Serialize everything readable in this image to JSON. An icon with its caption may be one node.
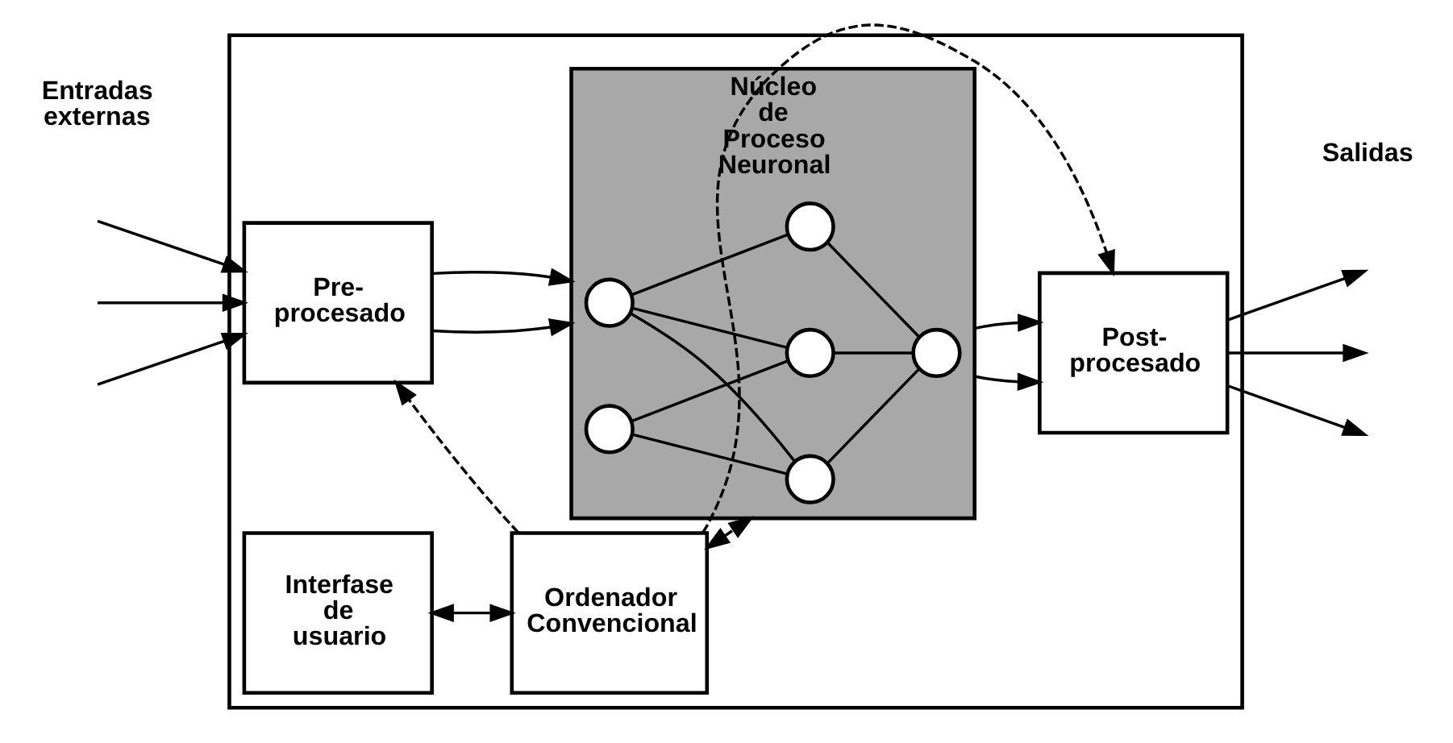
{
  "diagram": {
    "nodes": [
      {
        "text": [],
        "shape": "box"
      },
      {
        "text": [
          "Pre- procesado"
        ],
        "in": 0
      },
      {
        "text": [
          "Núcleo de Proceso Neuronal"
        ],
        "in": 0
      },
      {
        "text": [],
        "shape": "circle",
        "in": 2
      },
      {
        "text": [],
        "shape": "circle",
        "in": 2
      },
      {
        "text": [],
        "shape": "circle",
        "in": 2
      },
      {
        "text": [],
        "shape": "circle",
        "in": 2
      },
      {
        "text": [],
        "shape": "circle",
        "in": 2
      },
      {
        "text": [],
        "shape": "circle",
        "in": 2
      },
      {
        "text": [
          "Post- procesado"
        ],
        "in": 0
      },
      {
        "text": [
          "Interfase de usuario"
        ],
        "in": 0
      },
      {
        "text": [
          "Ordenador Convencional"
        ],
        "in": 0
      }
    ],
    "edges": [
      {
        "from": null,
        "to": 1,
        "arrow": "to"
      },
      {
        "from": null,
        "to": 1,
        "arrow": "to"
      },
      {
        "from": null,
        "to": 1,
        "arrow": "to"
      },
      {
        "from": 1,
        "to": 2,
        "arrow": "to"
      },
      {
        "from": 1,
        "to": 2,
        "arrow": "to"
      },
      {
        "from": 2,
        "to": 9,
        "arrow": "to"
      },
      {
        "from": 2,
        "to": 9,
        "arrow": "to"
      },
      {
        "from": 9,
        "to": null,
        "arrow": "to"
      },
      {
        "from": 9,
        "to": null,
        "arrow": "to"
      },
      {
        "from": 9,
        "to": null,
        "arrow": "to"
      },
      {
        "from": 3,
        "to": 5,
        "arrow": "none"
      },
      {
        "from": 3,
        "to": 6,
        "arrow": "none"
      },
      {
        "from": 3,
        "to": 7,
        "arrow": "none"
      },
      {
        "from": 4,
        "to": 6,
        "arrow": "none"
      },
      {
        "from": 4,
        "to": 7,
        "arrow": "none"
      },
      {
        "from": 5,
        "to": 8,
        "arrow": "none"
      },
      {
        "from": 6,
        "to": 8,
        "arrow": "none"
      },
      {
        "from": 7,
        "to": 8,
        "arrow": "none"
      },
      {
        "from": 11,
        "to": 1,
        "arrow": "to",
        "style": "dashed"
      },
      {
        "from": 11,
        "to": 2,
        "arrow": "both",
        "style": "dashed"
      },
      {
        "from": 11,
        "to": 9,
        "arrow": "to",
        "style": "dashed"
      },
      {
        "from": 10,
        "to": 11,
        "arrow": "both"
      }
    ],
    "labels": [
      "Entradas externas",
      "Salidas"
    ]
  }
}
